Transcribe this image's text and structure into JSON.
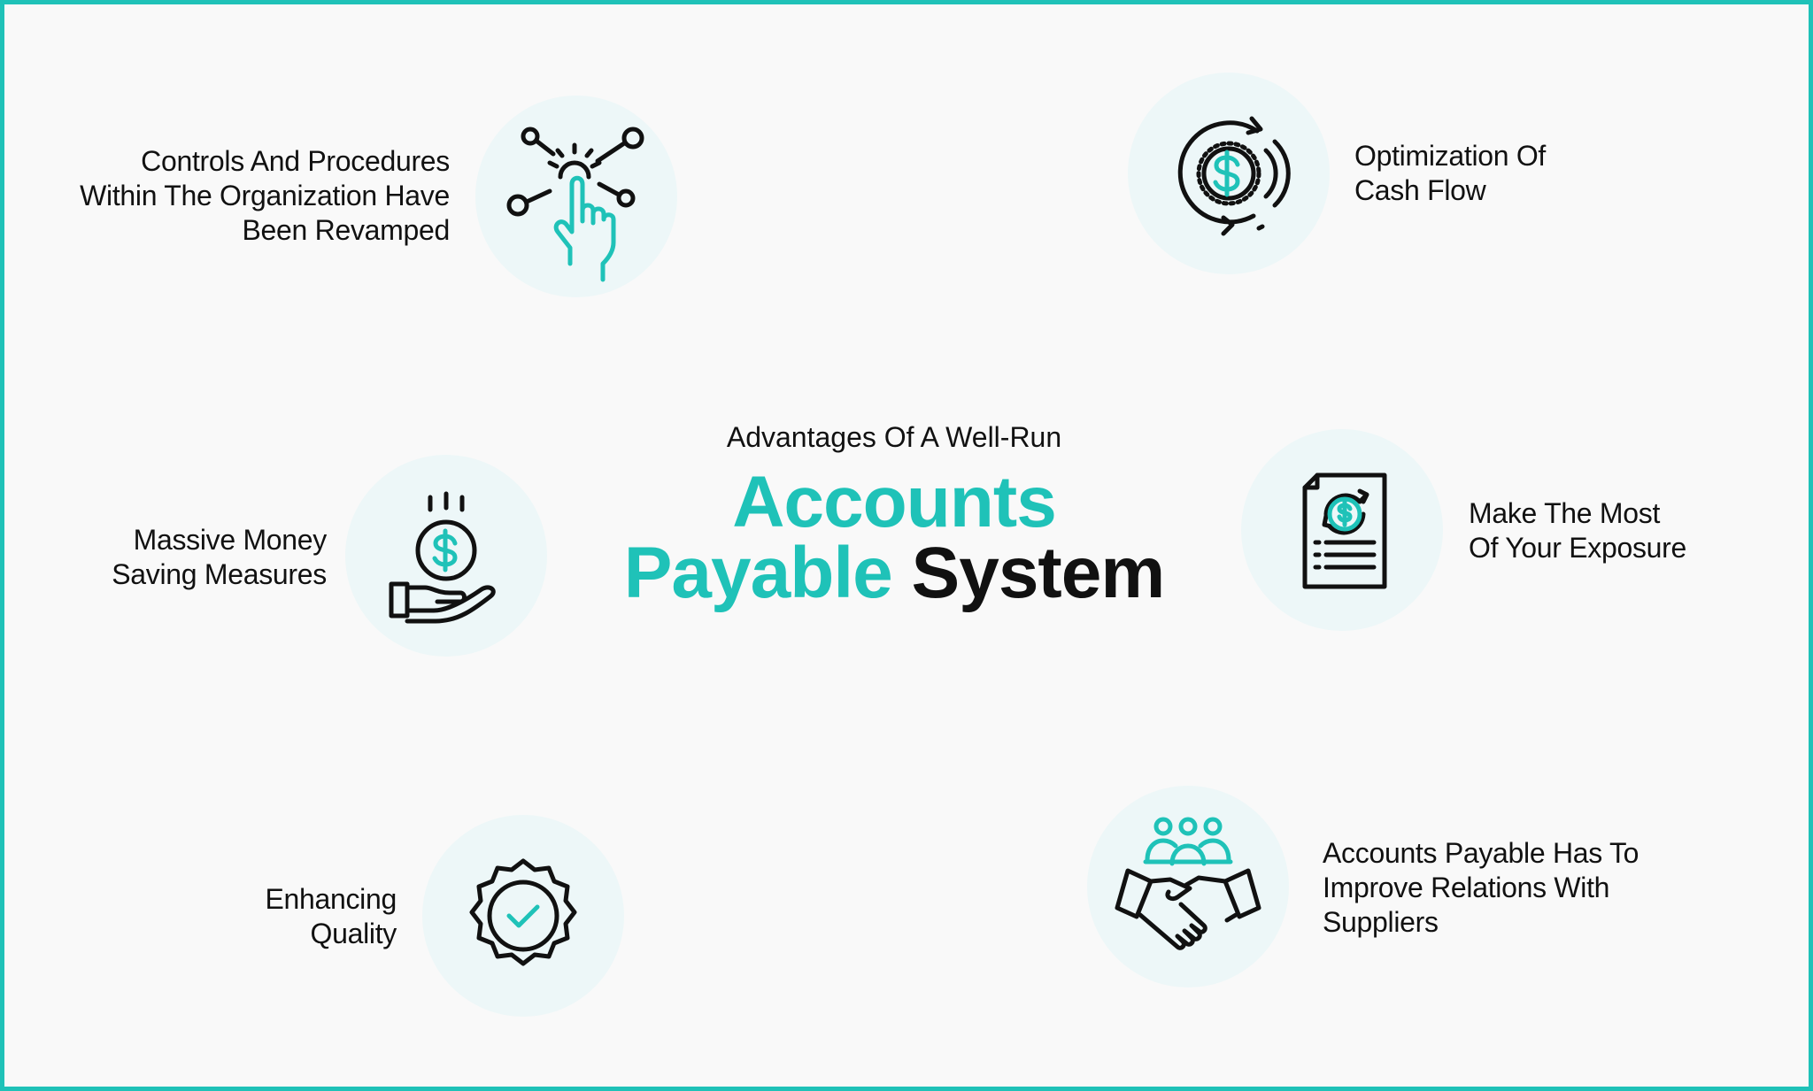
{
  "colors": {
    "accent": "#1fc2b8",
    "text": "#111111",
    "circle": "#edf7f8",
    "background": "#f9f9f9"
  },
  "center": {
    "subtitle": "Advantages Of A Well-Run",
    "title_line1": "Accounts",
    "title_line2_teal": "Payable",
    "title_line2_dark": "System"
  },
  "items": [
    {
      "icon": "network-hand-pointer-icon",
      "lines": [
        "Controls And Procedures",
        "Within The Organization Have",
        "Been Revamped"
      ]
    },
    {
      "icon": "cash-flow-cycle-icon",
      "lines": [
        "Optimization Of",
        "Cash Flow"
      ]
    },
    {
      "icon": "coin-hand-icon",
      "lines": [
        "Massive Money",
        "Saving Measures"
      ]
    },
    {
      "icon": "invoice-document-icon",
      "lines": [
        "Make The Most",
        "Of Your Exposure"
      ]
    },
    {
      "icon": "quality-badge-check-icon",
      "lines": [
        "Enhancing",
        "Quality"
      ]
    },
    {
      "icon": "handshake-team-icon",
      "lines": [
        "Accounts Payable Has To",
        "Improve Relations With",
        "Suppliers"
      ]
    }
  ]
}
